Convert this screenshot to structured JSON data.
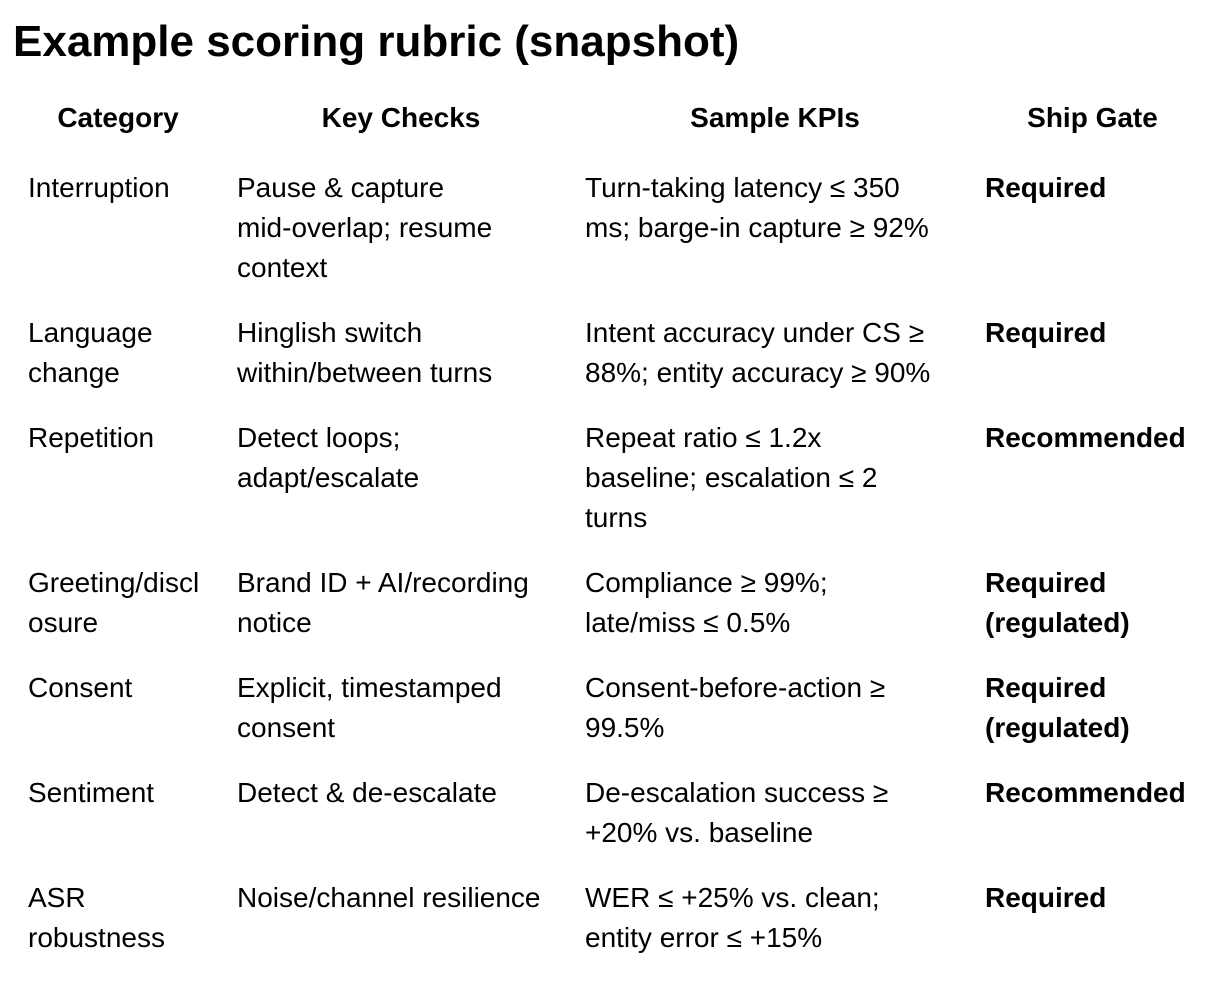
{
  "page": {
    "title": "Example scoring rubric (snapshot)"
  },
  "colors": {
    "text": "#000000",
    "background": "#ffffff"
  },
  "table": {
    "headers": {
      "category": "Category",
      "key_checks": "Key Checks",
      "sample_kpis": "Sample KPIs",
      "ship_gate": "Ship Gate"
    },
    "rows": [
      {
        "category": "Interruption",
        "key_checks": "Pause & capture\nmid-overlap; resume\ncontext",
        "sample_kpis": "Turn-taking latency ≤ 350\nms; barge-in capture ≥ 92%",
        "ship_gate": "Required"
      },
      {
        "category": "Language\nchange",
        "key_checks": "Hinglish switch\nwithin/between turns",
        "sample_kpis": "Intent accuracy under CS ≥\n88%; entity accuracy ≥ 90%",
        "ship_gate": "Required"
      },
      {
        "category": "Repetition",
        "key_checks": "Detect loops;\nadapt/escalate",
        "sample_kpis": "Repeat ratio ≤ 1.2x\nbaseline; escalation ≤ 2\nturns",
        "ship_gate": "Recommended"
      },
      {
        "category": "Greeting/discl\nosure",
        "key_checks": "Brand ID + AI/recording\nnotice",
        "sample_kpis": "Compliance ≥ 99%;\nlate/miss ≤ 0.5%",
        "ship_gate": "Required\n(regulated)"
      },
      {
        "category": "Consent",
        "key_checks": "Explicit, timestamped\nconsent",
        "sample_kpis": "Consent-before-action ≥\n99.5%",
        "ship_gate": "Required\n(regulated)"
      },
      {
        "category": "Sentiment",
        "key_checks": "Detect & de-escalate",
        "sample_kpis": "De-escalation success ≥\n+20% vs. baseline",
        "ship_gate": "Recommended"
      },
      {
        "category": "ASR\nrobustness",
        "key_checks": "Noise/channel resilience",
        "sample_kpis": "WER ≤ +25% vs. clean;\nentity error ≤ +15%",
        "ship_gate": "Required"
      }
    ]
  }
}
